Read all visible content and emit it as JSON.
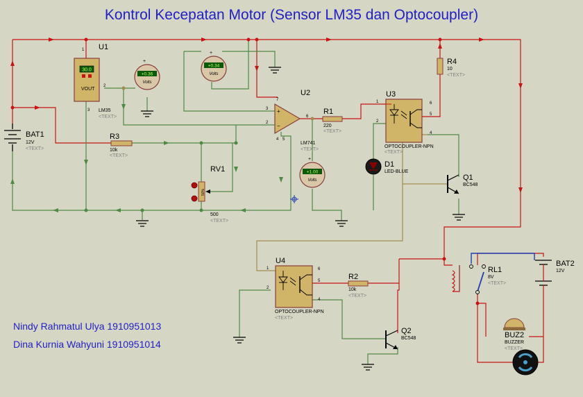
{
  "title": "Kontrol Kecepatan Motor (Sensor LM35 dan Optocoupler)",
  "authors": [
    "Nindy Rahmatul Ulya 1910951013",
    "Dina Kurnia Wahyuni 1910951014"
  ],
  "placeholder": "<TEXT>",
  "colors": {
    "background": "#d6d6c4",
    "wire_red": "#c81414",
    "wire_green": "#4f8a45",
    "wire_olive": "#a08c50",
    "wire_blue": "#1e3cb4",
    "text_blue": "#1f1fc8"
  },
  "components": {
    "bat1": {
      "ref": "BAT1",
      "value": "12V"
    },
    "bat2": {
      "ref": "BAT2",
      "value": "12V"
    },
    "u1": {
      "ref": "U1",
      "part": "LM35",
      "display": "30.0",
      "pin_label": "VOUT",
      "pins": [
        "1",
        "2",
        "3"
      ]
    },
    "u2": {
      "ref": "U2",
      "part": "LM741",
      "pins": [
        "7",
        "3",
        "2",
        "6",
        "4",
        "5"
      ]
    },
    "u3": {
      "ref": "U3",
      "part": "OPTOCOUPLER-NPN",
      "pins": [
        "1",
        "2",
        "6",
        "5",
        "4"
      ]
    },
    "u4": {
      "ref": "U4",
      "part": "OPTOCOUPLER-NPN",
      "pins": [
        "1",
        "2",
        "6",
        "5",
        "4"
      ]
    },
    "r1": {
      "ref": "R1",
      "value": "220"
    },
    "r2": {
      "ref": "R2",
      "value": "10k"
    },
    "r3": {
      "ref": "R3",
      "value": "10k"
    },
    "r4": {
      "ref": "R4",
      "value": "10"
    },
    "rv1": {
      "ref": "RV1",
      "value": "500",
      "label": "50%"
    },
    "d1": {
      "ref": "D1",
      "value": "LED-BLUE"
    },
    "q1": {
      "ref": "Q1",
      "value": "BC548"
    },
    "q2": {
      "ref": "Q2",
      "value": "BC548"
    },
    "rl1": {
      "ref": "RL1",
      "value": "8V"
    },
    "buz2": {
      "ref": "BUZ2",
      "value": "BUZZER"
    }
  },
  "voltmeters": [
    {
      "reading": "+0.36",
      "unit": "Volts"
    },
    {
      "reading": "+0.34",
      "unit": "Volts"
    },
    {
      "reading": "+1.00",
      "unit": "Volts"
    }
  ]
}
